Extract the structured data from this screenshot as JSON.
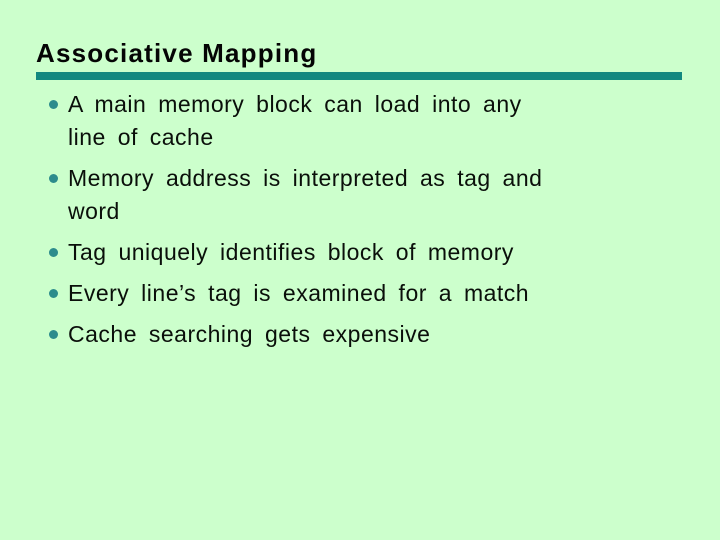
{
  "slide": {
    "title": "Associative Mapping",
    "background_color": "#ccffcc",
    "accent_bar_color": "#12887f",
    "bullet_dot_color": "#2d8c8c",
    "text_color": "#0a0f0a",
    "bullets": [
      {
        "lines": [
          "A main memory block can load into any",
          "line of cache"
        ]
      },
      {
        "lines": [
          "Memory address is interpreted as tag and",
          "word"
        ]
      },
      {
        "lines": [
          "Tag uniquely identifies block of memory"
        ]
      },
      {
        "lines": [
          "Every line’s tag is examined for a match"
        ]
      },
      {
        "lines": [
          "Cache searching gets expensive"
        ]
      }
    ]
  }
}
